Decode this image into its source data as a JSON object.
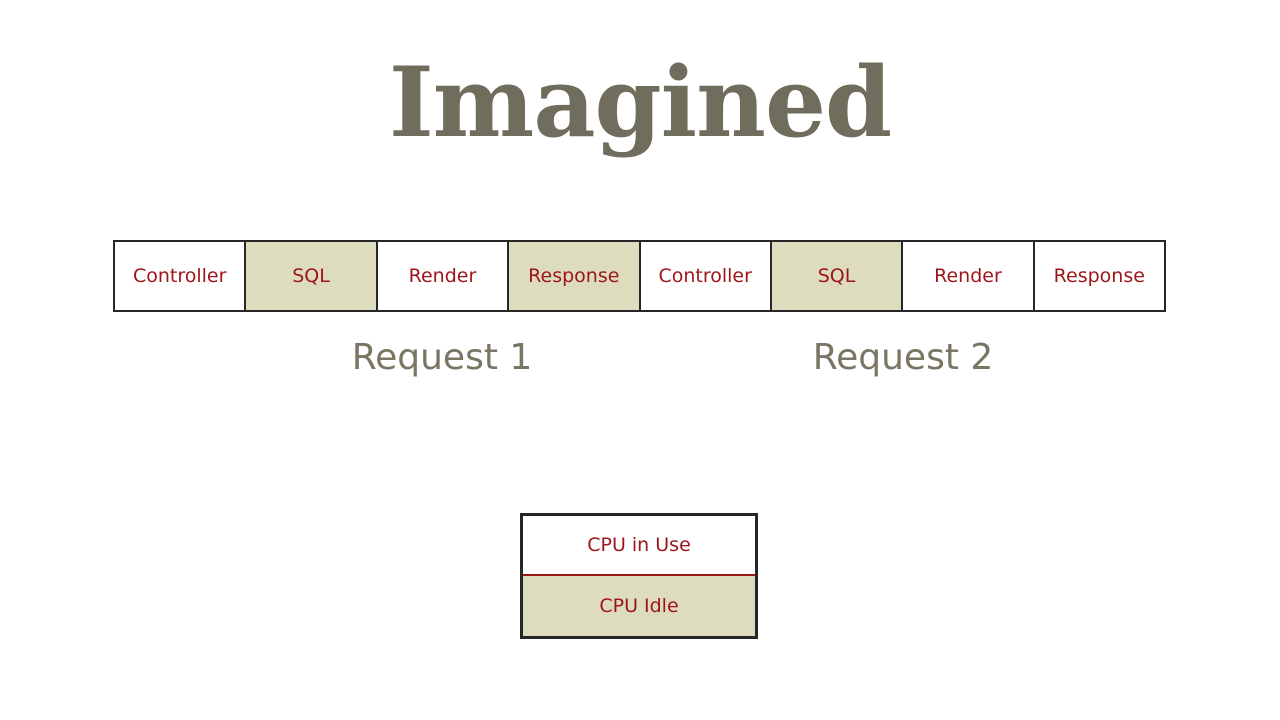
{
  "slide": {
    "title": "Imagined",
    "title_color": "#716d5c",
    "background_color": "#ffffff"
  },
  "colors": {
    "cpu_in_use_fill": "#ffffff",
    "cpu_idle_fill": "#dedcbe",
    "label_red": "#9d1518",
    "border_dark": "#272727",
    "caption_olive": "#7a7664"
  },
  "timeline": {
    "phases": [
      {
        "label": "Controller",
        "state": "in-use"
      },
      {
        "label": "SQL",
        "state": "idle"
      },
      {
        "label": "Render",
        "state": "in-use"
      },
      {
        "label": "Response",
        "state": "idle"
      },
      {
        "label": "Controller",
        "state": "in-use"
      },
      {
        "label": "SQL",
        "state": "idle"
      },
      {
        "label": "Render",
        "state": "in-use"
      },
      {
        "label": "Response",
        "state": "in-use"
      }
    ]
  },
  "captions": {
    "request_1": "Request 1",
    "request_2": "Request 2"
  },
  "legend": {
    "rows": [
      {
        "label": "CPU in Use",
        "state": "in-use"
      },
      {
        "label": "CPU Idle",
        "state": "idle"
      }
    ]
  }
}
